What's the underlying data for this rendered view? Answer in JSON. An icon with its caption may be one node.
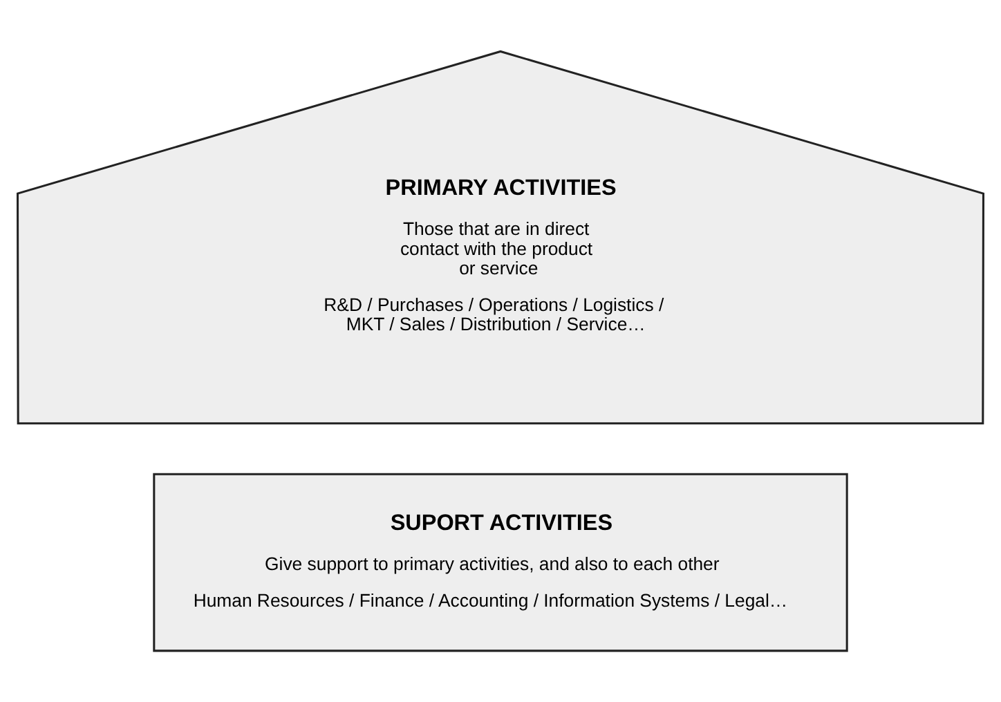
{
  "diagram": {
    "nodes": [
      {
        "text": [
          "PRIMARY ACTIVITIES",
          "Those that are in direct contact with the product or service",
          "R&D / Purchases / Operations / Logistics / MKT / Sales / Distribution / Service…"
        ]
      },
      {
        "text": [
          "SUPORT ACTIVITIES",
          "Give support to primary activities, and also to each other",
          "Human Resources / Finance / Accounting / Information Systems / Legal…"
        ]
      }
    ]
  }
}
